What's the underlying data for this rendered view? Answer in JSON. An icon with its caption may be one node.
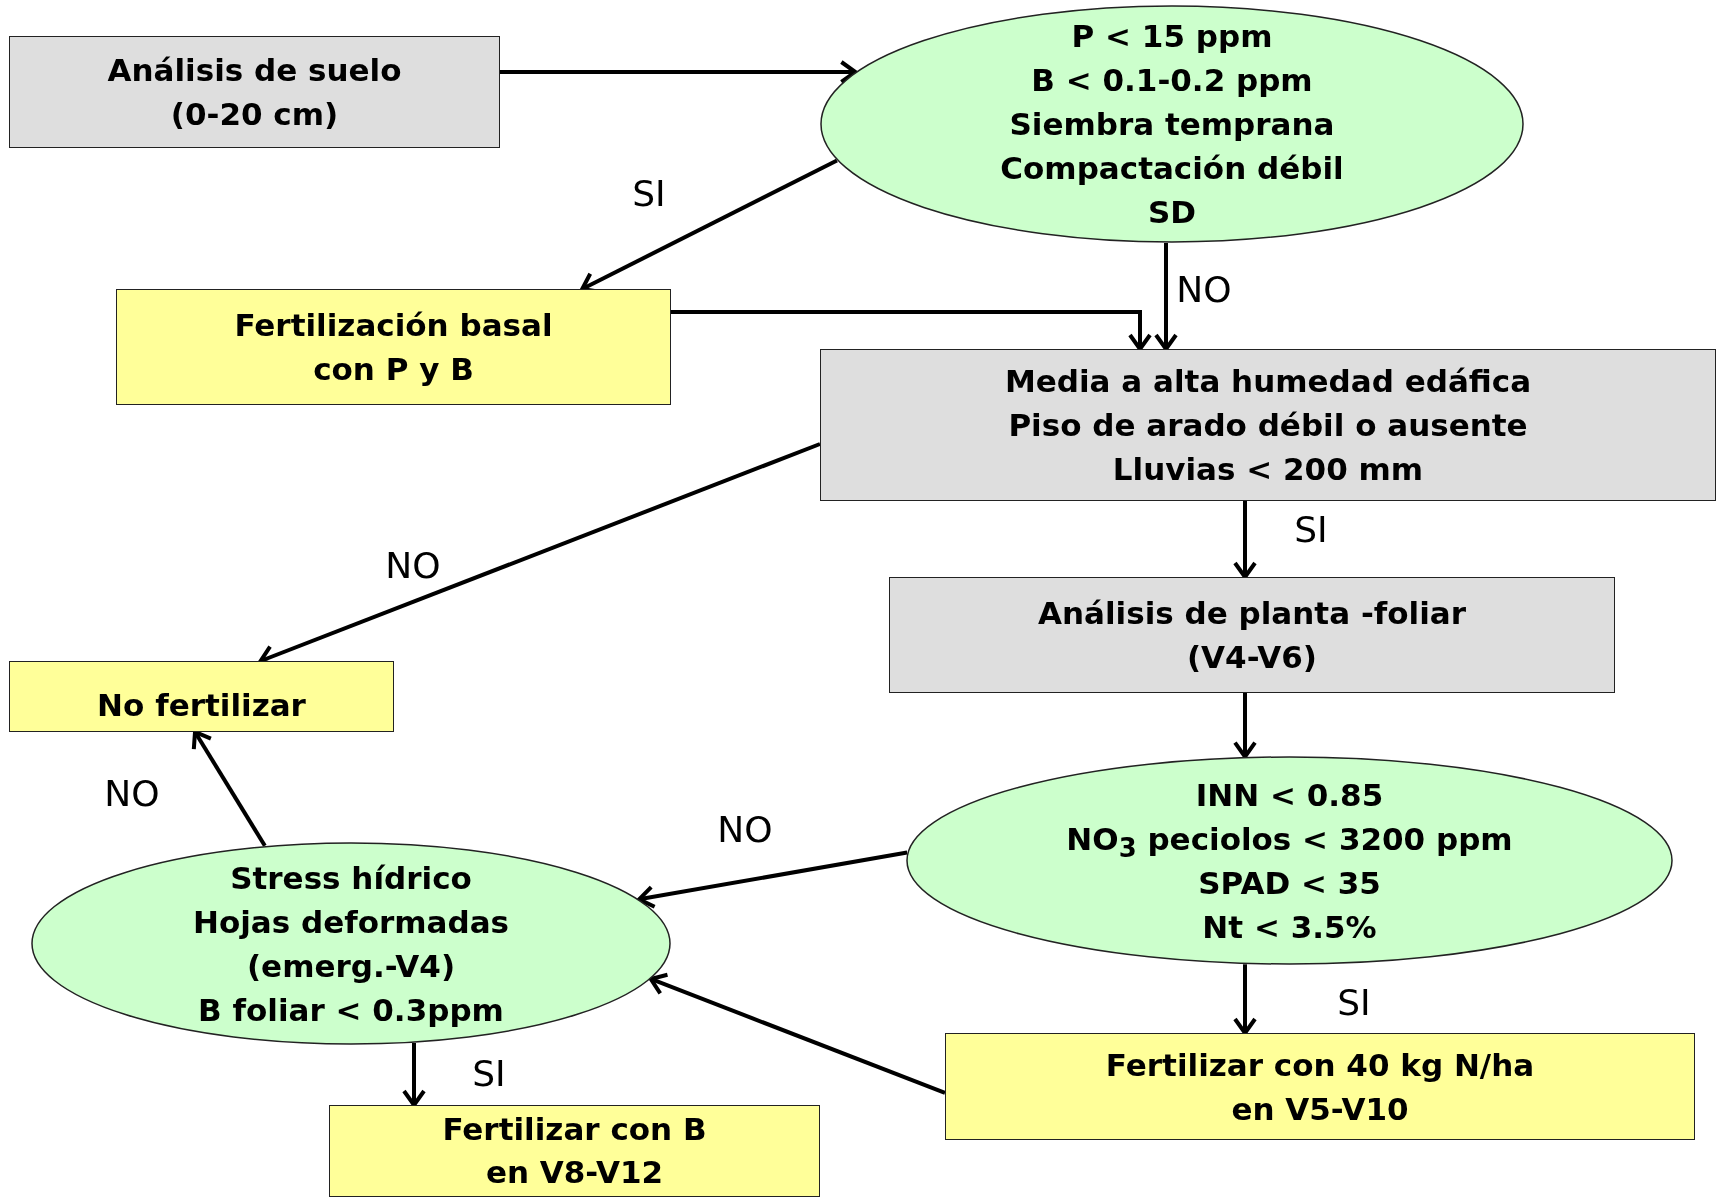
{
  "diagram": {
    "nodes": [
      {
        "text": [
          "Análisis de suelo (0-20 cm)"
        ]
      },
      {
        "text": [
          "P < 15 ppm",
          "B < 0.1-0.2 ppm",
          "Siembra temprana",
          "Compactación débil",
          "SD"
        ]
      },
      {
        "text": [
          "Fertilización basal con P y B"
        ]
      },
      {
        "text": [
          "Media a alta humedad edáfica",
          "Piso de arado débil o ausente",
          "Lluvias < 200 mm"
        ]
      },
      {
        "text": [
          "Análisis de planta -foliar (V4-V6)"
        ]
      },
      {
        "text": [
          "No fertilizar"
        ]
      },
      {
        "text": [
          "INN < 0.85",
          "NO$_{3}$ peciolos < 3200 ppm",
          "SPAD < 35",
          "Nt < 3.5%"
        ]
      },
      {
        "text": [
          "Stress hídrico",
          "Hojas deformadas",
          "(emerg.-V4)",
          "B foliar < 0.3ppm"
        ]
      },
      {
        "text": [
          "Fertilizar con 40 kg N/ha en V5-V10"
        ]
      },
      {
        "text": [
          "Fertilizar con B en V8-V12"
        ]
      }
    ],
    "edges": [
      {
        "from": 0,
        "to": 1,
        "arrow": "to"
      },
      {
        "from": 1,
        "to": 2,
        "arrow": "to",
        "label": "SI"
      },
      {
        "from": 1,
        "to": 3,
        "arrow": "to",
        "label": "NO"
      },
      {
        "from": 2,
        "to": 3,
        "arrow": "to"
      },
      {
        "from": 3,
        "to": 5,
        "arrow": "to",
        "label": "NO"
      },
      {
        "from": 3,
        "to": 4,
        "arrow": "to",
        "label": "SI"
      },
      {
        "from": 4,
        "to": 6,
        "arrow": "to"
      },
      {
        "from": 6,
        "to": 7,
        "arrow": "to",
        "label": "NO"
      },
      {
        "from": 6,
        "to": 8,
        "arrow": "to",
        "label": "SI"
      },
      {
        "from": 8,
        "to": 7,
        "arrow": "to"
      },
      {
        "from": 7,
        "to": 5,
        "arrow": "to",
        "label": "NO"
      },
      {
        "from": 7,
        "to": 9,
        "arrow": "to",
        "label": "SI"
      }
    ]
  }
}
